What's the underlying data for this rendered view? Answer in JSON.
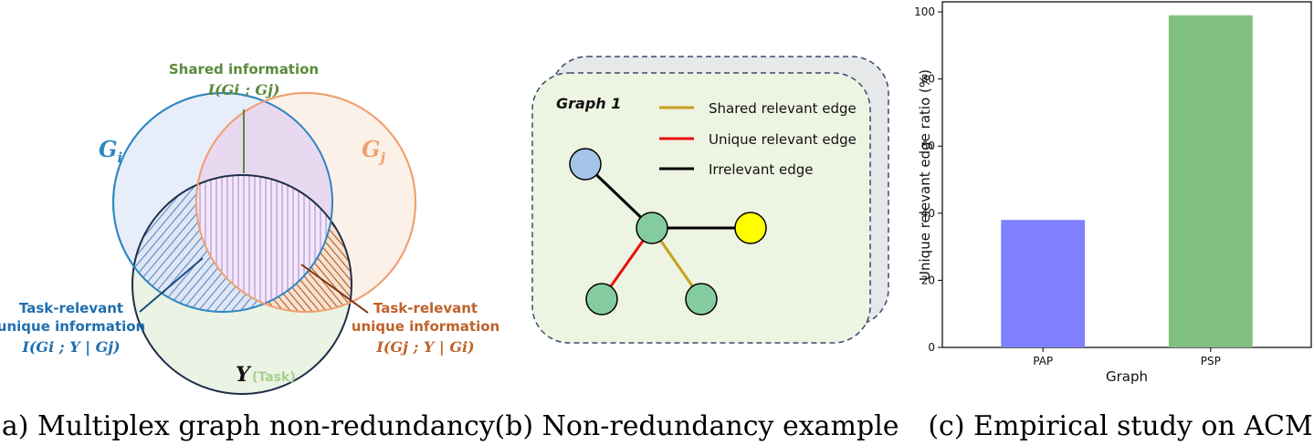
{
  "panel_a": {
    "caption": "(a) Multiplex graph non-redundancy",
    "gi_label": "G",
    "gi_sub": "i",
    "gj_label": "G",
    "gj_sub": "j",
    "y_label": "Y",
    "task_label": "(Task)",
    "shared_title": "Shared information",
    "shared_formula": "I(Gi ; Gj)",
    "left_title_line1": "Task-relevant",
    "left_title_line2": "unique information",
    "left_formula": "I(Gi ; Y | Gj)",
    "right_title_line1": "Task-relevant",
    "right_title_line2": "unique information",
    "right_formula": "I(Gj ; Y | Gi)",
    "colors": {
      "gi": "#2e86c1",
      "gj": "#f0a070",
      "y": "#1f2e4a",
      "shared": "#5a8a3a",
      "left": "#1f6fb0",
      "right": "#c0622a",
      "task": "#a8d08d"
    }
  },
  "panel_b": {
    "caption": "(b) Non-redundancy example",
    "graph_title": "Graph 1",
    "legend": [
      {
        "label": "Shared relevant edge",
        "color": "#c8a020"
      },
      {
        "label": "Unique relevant edge",
        "color": "#e81010"
      },
      {
        "label": "Irrelevant edge",
        "color": "#000000"
      }
    ],
    "node_colors": {
      "blue": "#a4c3e8",
      "green": "#84cca0",
      "yellow": "#ffff00"
    }
  },
  "panel_c": {
    "caption": "(c) Empirical study on ACM",
    "chart_data": {
      "type": "bar",
      "categories": [
        "PAP",
        "PSP"
      ],
      "values": [
        38,
        99
      ],
      "colors": [
        "#8080ff",
        "#80c080"
      ],
      "xlabel": "Graph",
      "ylabel": "Unique relevant edge ratio (%)",
      "ylim": [
        0,
        103
      ],
      "yticks": [
        0,
        20,
        40,
        60,
        80,
        100
      ],
      "grid": false
    }
  }
}
